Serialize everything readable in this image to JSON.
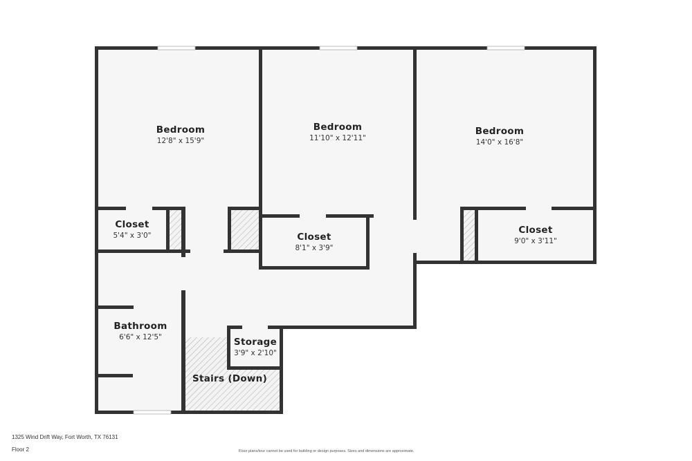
{
  "rooms": {
    "bedroom1": {
      "name": "Bedroom",
      "dims": "12'8\" x 15'9\""
    },
    "bedroom2": {
      "name": "Bedroom",
      "dims": "11'10\" x 12'11\""
    },
    "bedroom3": {
      "name": "Bedroom",
      "dims": "14'0\" x 16'8\""
    },
    "closet1": {
      "name": "Closet",
      "dims": "5'4\" x 3'0\""
    },
    "closet2": {
      "name": "Closet",
      "dims": "8'1\" x 3'9\""
    },
    "closet3": {
      "name": "Closet",
      "dims": "9'0\" x 3'11\""
    },
    "bathroom": {
      "name": "Bathroom",
      "dims": "6'6\" x 12'5\""
    },
    "storage": {
      "name": "Storage",
      "dims": "3'9\" x 2'10\""
    },
    "stairs": {
      "name": "Stairs (Down)"
    }
  },
  "footer": {
    "address": "1325 Wind Drift Way, Fort Worth, TX 76131",
    "floor": "Floor 2",
    "disclaimer": "Floor plans/tour cannot be used for building or design purposes. Sizes and dimensions are approximate."
  },
  "colors": {
    "wall": "#333333",
    "floor": "#f6f6f6"
  }
}
